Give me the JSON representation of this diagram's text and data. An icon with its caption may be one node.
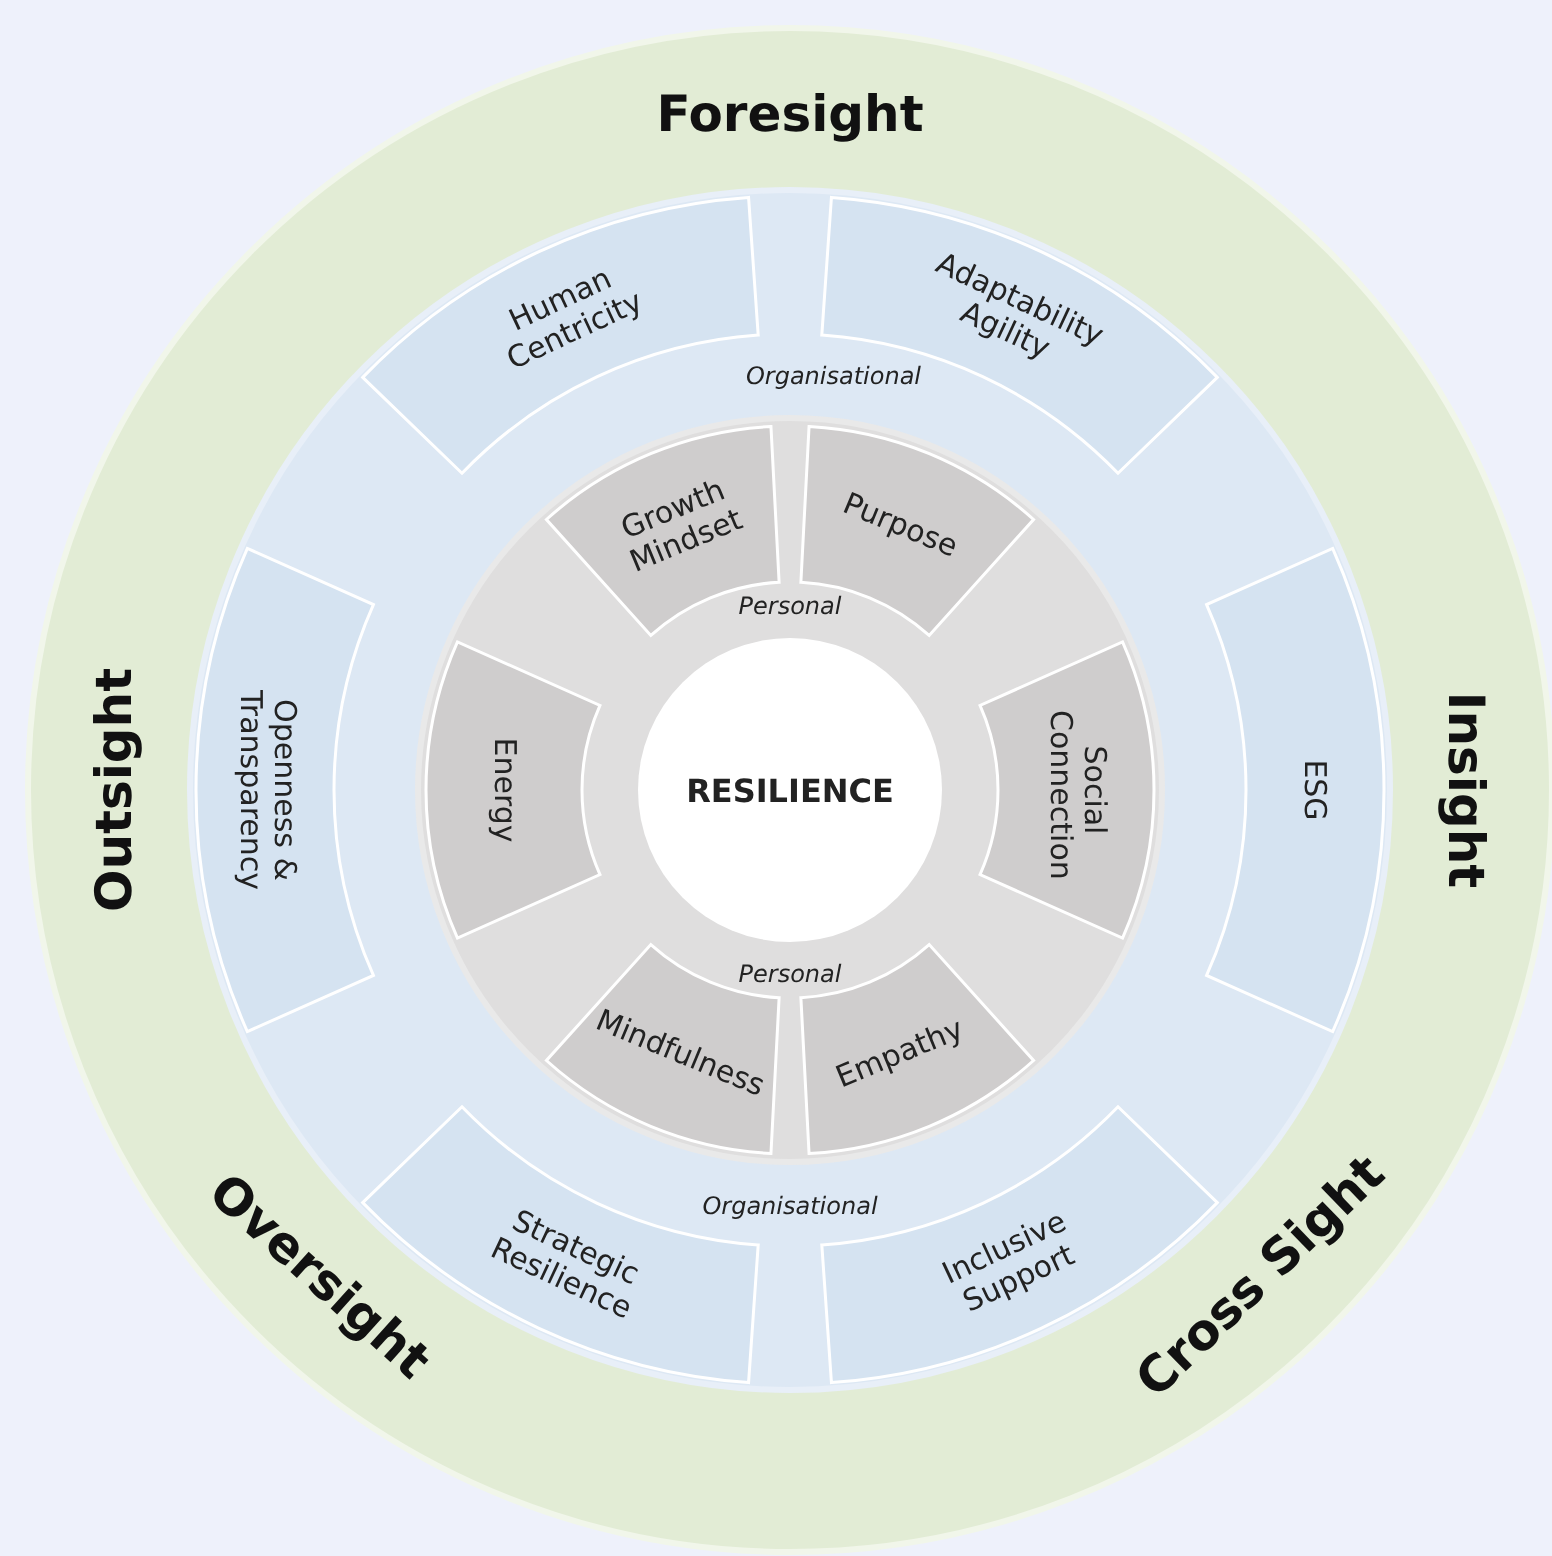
{
  "diagram": {
    "nodes": [
      {
        "text": [
          "Human Centricity"
        ]
      },
      {
        "text": [
          "Adaptability Agility"
        ]
      },
      {
        "text": [
          "Growth Mindset"
        ]
      },
      {
        "text": [
          "Purpose"
        ]
      },
      {
        "text": [
          "Openness & Transparency"
        ]
      },
      {
        "text": [
          "Energy"
        ]
      },
      {
        "text": [
          "RESILIENCE"
        ]
      },
      {
        "text": [
          "Social Connection"
        ]
      },
      {
        "text": [
          "ESG"
        ]
      },
      {
        "text": [
          "Mindfulness"
        ]
      },
      {
        "text": [
          "Empathy"
        ]
      },
      {
        "text": [
          "Strategic Resilience"
        ]
      },
      {
        "text": [
          "Inclusive Support"
        ]
      }
    ],
    "labels": [
      "Foresight",
      "Outsight",
      "Organisational",
      "Insight",
      "Personal",
      "Personal",
      "Organisational",
      "Oversight",
      "Cross Sight"
    ]
  }
}
